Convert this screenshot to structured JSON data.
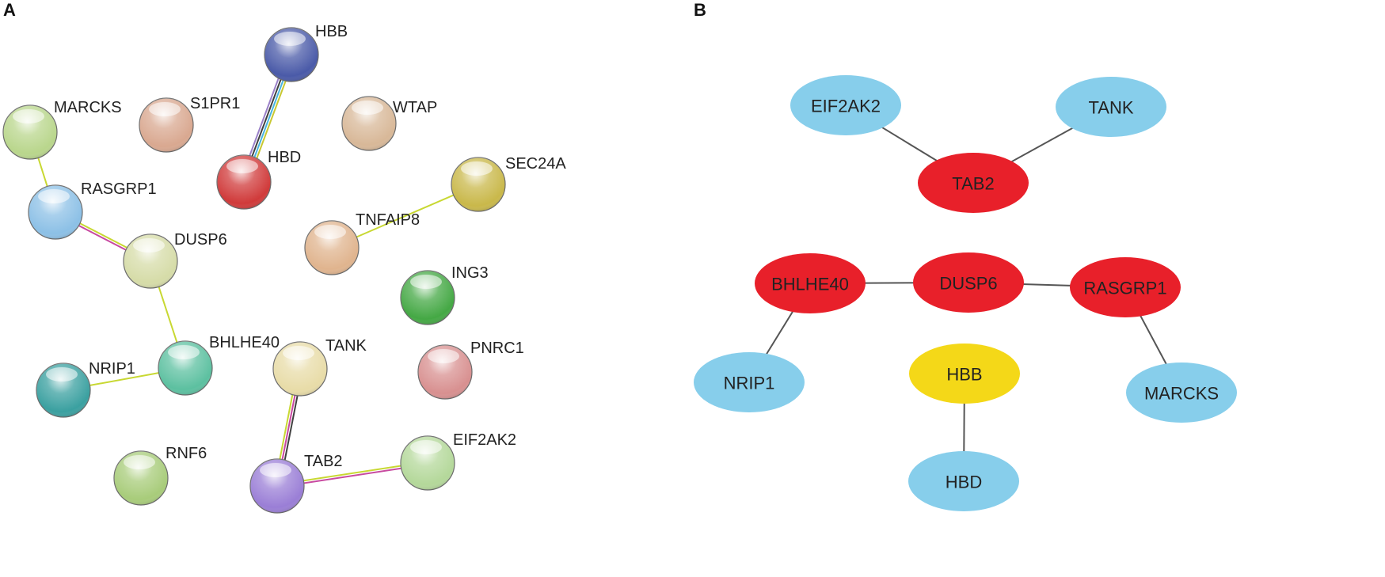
{
  "panels": {
    "a": {
      "letter": "A",
      "nodes": [
        {
          "id": "HBB",
          "label": "HBB",
          "color": "#4a5aa8"
        },
        {
          "id": "MARCKS",
          "label": "MARCKS",
          "color": "#b9d68c"
        },
        {
          "id": "S1PR1",
          "label": "S1PR1",
          "color": "#d9a890"
        },
        {
          "id": "WTAP",
          "label": "WTAP",
          "color": "#d8b898"
        },
        {
          "id": "HBD",
          "label": "HBD",
          "color": "#d03a3a"
        },
        {
          "id": "SEC24A",
          "label": "SEC24A",
          "color": "#c9b84a"
        },
        {
          "id": "RASGRP1",
          "label": "RASGRP1",
          "color": "#8cc0e6"
        },
        {
          "id": "TNFAIP8",
          "label": "TNFAIP8",
          "color": "#e0b48e"
        },
        {
          "id": "DUSP6",
          "label": "DUSP6",
          "color": "#d6dca8"
        },
        {
          "id": "ING3",
          "label": "ING3",
          "color": "#44a844"
        },
        {
          "id": "BHLHE40",
          "label": "BHLHE40",
          "color": "#5cc0a0"
        },
        {
          "id": "TANK",
          "label": "TANK",
          "color": "#e8dca8"
        },
        {
          "id": "NRIP1",
          "label": "NRIP1",
          "color": "#3aa0a0"
        },
        {
          "id": "PNRC1",
          "label": "PNRC1",
          "color": "#d89090"
        },
        {
          "id": "RNF6",
          "label": "RNF6",
          "color": "#a8cc7a"
        },
        {
          "id": "EIF2AK2",
          "label": "EIF2AK2",
          "color": "#b4d89a"
        },
        {
          "id": "TAB2",
          "label": "TAB2",
          "color": "#9a7ed6"
        }
      ],
      "edges": [
        {
          "source": "HBB",
          "target": "HBD",
          "colors": [
            "#c8c832",
            "#48b4e0",
            "#404040",
            "#9a80c8"
          ]
        },
        {
          "source": "MARCKS",
          "target": "RASGRP1",
          "colors": [
            "#c8d832"
          ]
        },
        {
          "source": "RASGRP1",
          "target": "DUSP6",
          "colors": [
            "#c8d832",
            "#c84aa0"
          ]
        },
        {
          "source": "DUSP6",
          "target": "BHLHE40",
          "colors": [
            "#c8d832"
          ]
        },
        {
          "source": "BHLHE40",
          "target": "NRIP1",
          "colors": [
            "#c8d832"
          ]
        },
        {
          "source": "TNFAIP8",
          "target": "SEC24A",
          "colors": [
            "#c8d832"
          ]
        },
        {
          "source": "TANK",
          "target": "TAB2",
          "colors": [
            "#404040",
            "#c84aa0",
            "#c8d832"
          ]
        },
        {
          "source": "TAB2",
          "target": "EIF2AK2",
          "colors": [
            "#c8d832",
            "#c84aa0"
          ]
        }
      ]
    },
    "b": {
      "letter": "B",
      "nodes": [
        {
          "id": "EIF2AK2",
          "label": "EIF2AK2",
          "color": "#87ceeb"
        },
        {
          "id": "TANK",
          "label": "TANK",
          "color": "#87ceeb"
        },
        {
          "id": "TAB2",
          "label": "TAB2",
          "color": "#e8202a"
        },
        {
          "id": "BHLHE40",
          "label": "BHLHE40",
          "color": "#e8202a"
        },
        {
          "id": "DUSP6",
          "label": "DUSP6",
          "color": "#e8202a"
        },
        {
          "id": "RASGRP1",
          "label": "RASGRP1",
          "color": "#e8202a"
        },
        {
          "id": "NRIP1",
          "label": "NRIP1",
          "color": "#87ceeb"
        },
        {
          "id": "HBB",
          "label": "HBB",
          "color": "#f4d818"
        },
        {
          "id": "MARCKS",
          "label": "MARCKS",
          "color": "#87ceeb"
        },
        {
          "id": "HBD",
          "label": "HBD",
          "color": "#87ceeb"
        }
      ],
      "edges": [
        {
          "source": "EIF2AK2",
          "target": "TAB2"
        },
        {
          "source": "TANK",
          "target": "TAB2"
        },
        {
          "source": "BHLHE40",
          "target": "DUSP6"
        },
        {
          "source": "DUSP6",
          "target": "RASGRP1"
        },
        {
          "source": "BHLHE40",
          "target": "NRIP1"
        },
        {
          "source": "RASGRP1",
          "target": "MARCKS"
        },
        {
          "source": "HBB",
          "target": "HBD"
        }
      ]
    }
  }
}
